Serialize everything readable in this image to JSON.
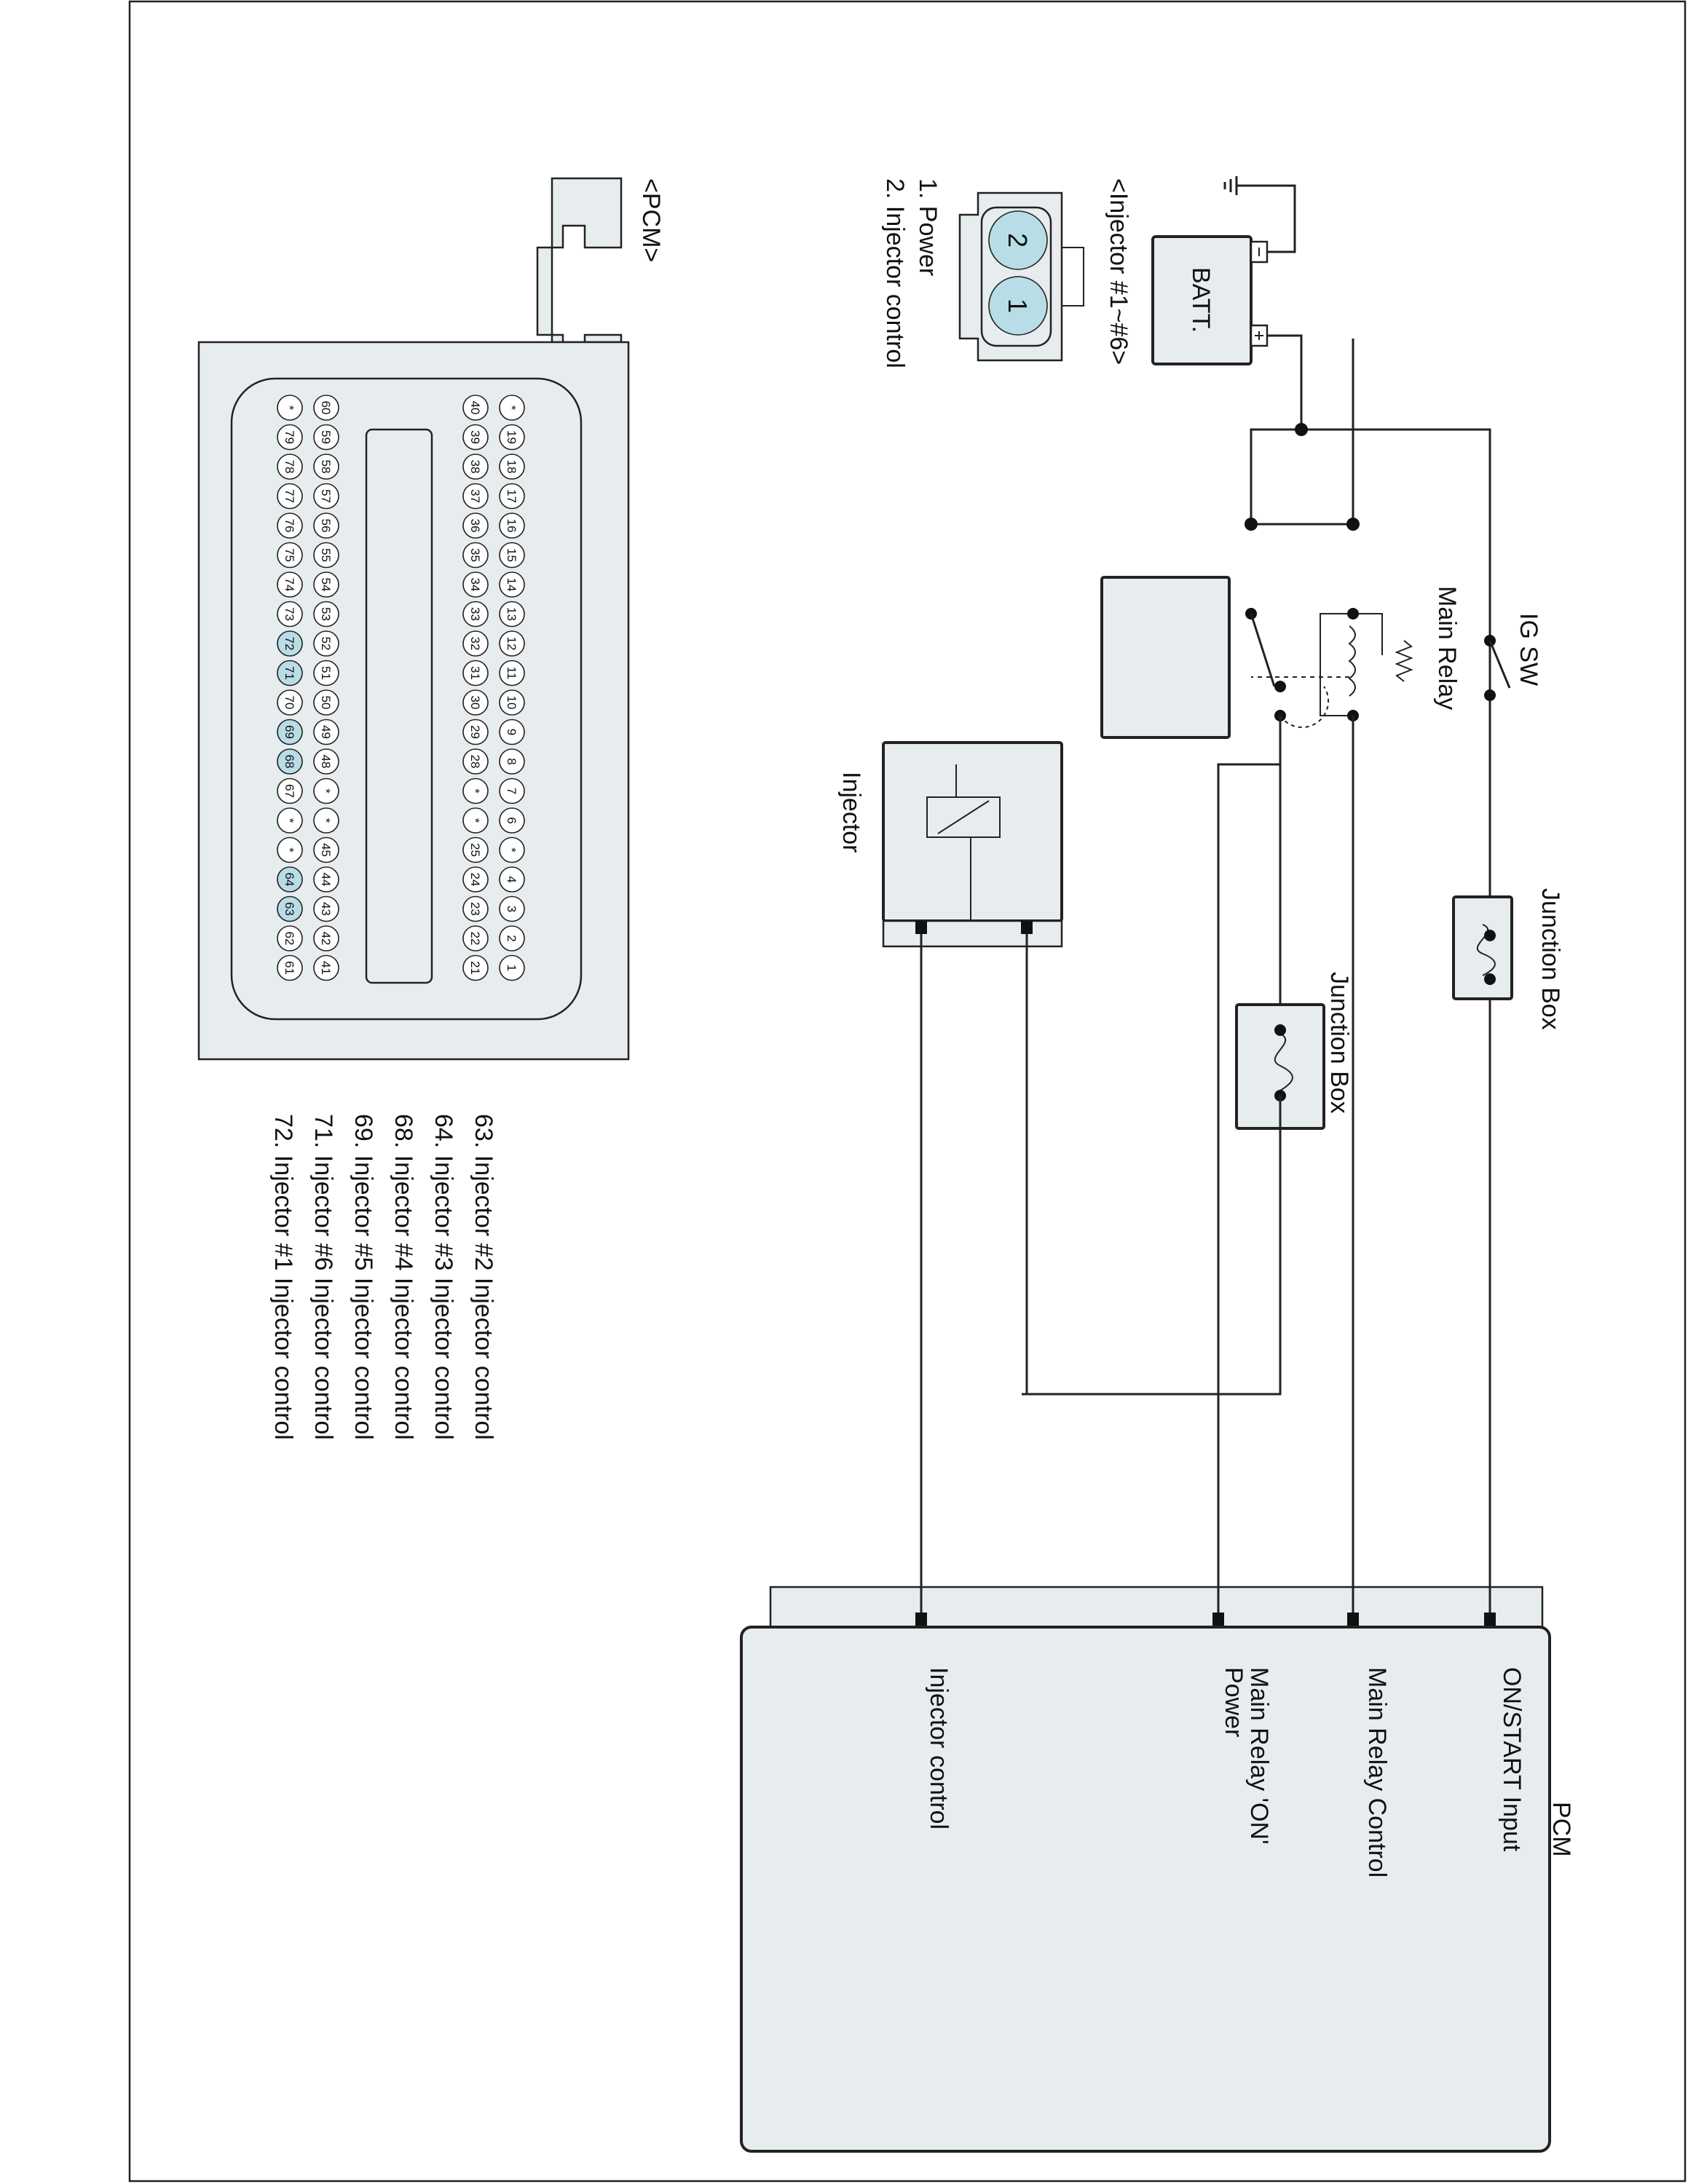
{
  "batt_label": "BATT.",
  "ig_sw_label": "IG SW",
  "main_relay_label": "Main Relay",
  "junction_box_1_label": "Junction Box",
  "junction_box_2_label": "Junction Box",
  "injector_label": "Injector",
  "pcm_title": "PCM",
  "pcm_pins": {
    "on_start": "ON/START Input",
    "relay_control": "Main Relay Control",
    "relay_on_power_1": "Main Relay 'ON'",
    "relay_on_power_2": "Power",
    "injector_control": "Injector control"
  },
  "injector_connector": {
    "title": "<Injector #1~#6>",
    "pin_2": "2",
    "pin_1": "1",
    "legend": [
      "1. Power",
      "2. Injector control"
    ]
  },
  "pcm_connector": {
    "title": "<PCM>",
    "rows": [
      [
        "*",
        "19",
        "18",
        "17",
        "16",
        "15",
        "14",
        "13",
        "12",
        "11",
        "10",
        "9",
        "8",
        "7",
        "6",
        "*",
        "4",
        "3",
        "2",
        "1"
      ],
      [
        "40",
        "39",
        "38",
        "37",
        "36",
        "35",
        "34",
        "33",
        "32",
        "31",
        "30",
        "29",
        "28",
        "*",
        "*",
        "25",
        "24",
        "23",
        "22",
        "21"
      ],
      [
        "60",
        "59",
        "58",
        "57",
        "56",
        "55",
        "54",
        "53",
        "52",
        "51",
        "50",
        "49",
        "48",
        "*",
        "*",
        "45",
        "44",
        "43",
        "42",
        "41"
      ],
      [
        "*",
        "79",
        "78",
        "77",
        "76",
        "75",
        "74",
        "73",
        "72",
        "71",
        "70",
        "69",
        "68",
        "67",
        "*",
        "*",
        "64",
        "63",
        "62",
        "61"
      ]
    ],
    "highlighted": [
      "72",
      "71",
      "69",
      "68",
      "64",
      "63"
    ],
    "legend": [
      "63. Injector #2 Injector control",
      "64. Injector #3 Injector control",
      "68. Injector #4 Injector control",
      "69. Injector #5 Injector control",
      "71. Injector #6 Injector control",
      "72. Injector #1 Injector control"
    ]
  },
  "colors": {
    "box_fill": "#e7ecef",
    "pin_highlight": "#b9dde6",
    "line": "#222222"
  }
}
